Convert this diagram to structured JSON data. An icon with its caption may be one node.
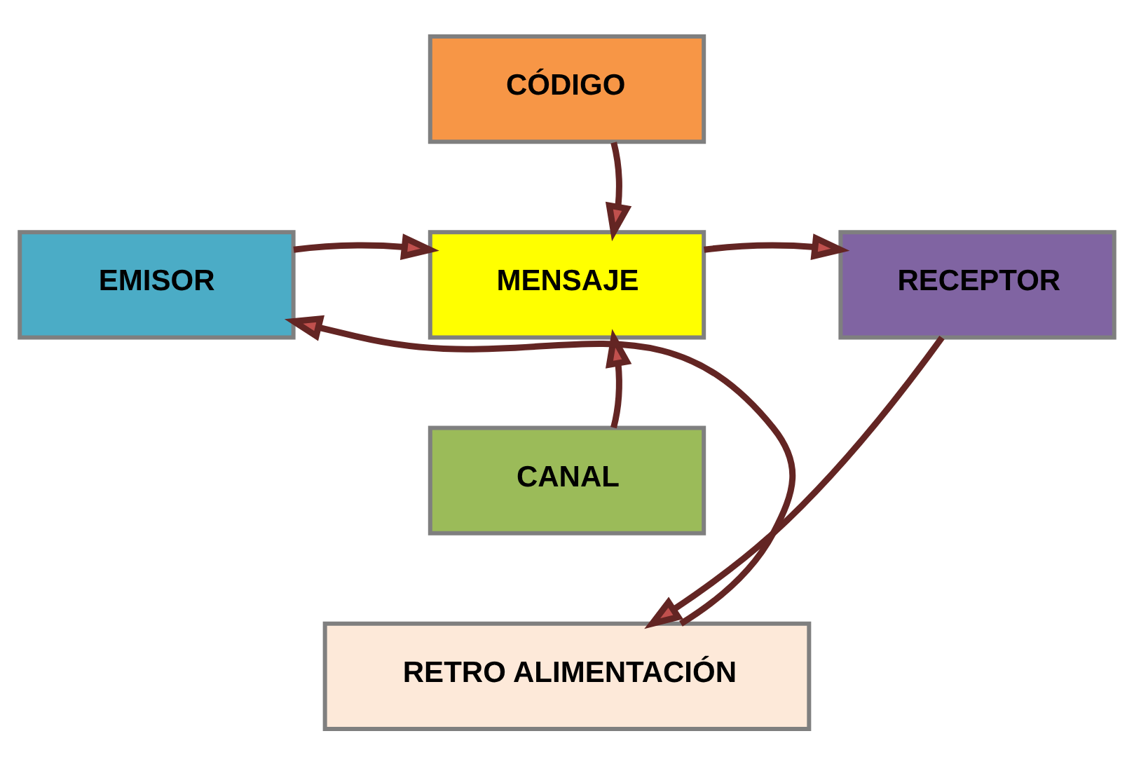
{
  "diagram": {
    "nodes": [
      {
        "text": [
          "CÓDIGO"
        ]
      },
      {
        "text": [
          "EMISOR"
        ]
      },
      {
        "text": [
          "MENSAJE"
        ]
      },
      {
        "text": [
          "RECEPTOR"
        ]
      },
      {
        "text": [
          "CANAL"
        ]
      },
      {
        "text": [
          "RETRO ALIMENTACIÓN"
        ]
      }
    ],
    "edges": [
      {
        "from": 0,
        "to": 2,
        "arrow": "to"
      },
      {
        "from": 1,
        "to": 2,
        "arrow": "to"
      },
      {
        "from": 2,
        "to": 3,
        "arrow": "to"
      },
      {
        "from": 4,
        "to": 2,
        "arrow": "to"
      },
      {
        "from": 3,
        "to": 5,
        "arrow": "to"
      },
      {
        "from": 5,
        "to": 1,
        "arrow": "to"
      }
    ]
  }
}
